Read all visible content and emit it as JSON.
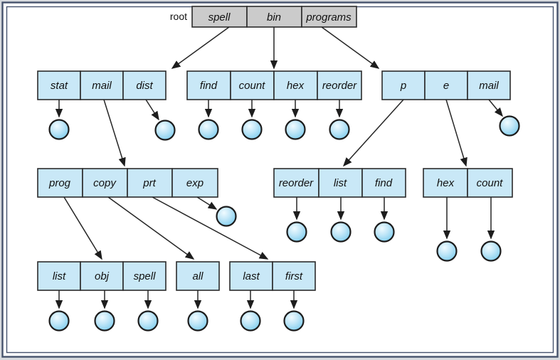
{
  "figure": {
    "kind": "tree-structured-directory-diagram",
    "colors": {
      "frame_border": "#46536d",
      "page_margin": "#d7dade",
      "canvas": "#ffffff",
      "root_box_fill": "#cbcbcb",
      "directory_box_fill": "#c9e8f7",
      "file_circle_fill": "#8fd3f0",
      "file_circle_highlight": "#eefafe",
      "line_color": "#262626",
      "text_color": "#111111"
    }
  },
  "tree": {
    "root_label": "root",
    "root_dirs": [
      "spell",
      "bin",
      "programs"
    ],
    "spell_children": [
      "stat",
      "mail",
      "dist"
    ],
    "bin_children": [
      "find",
      "count",
      "hex",
      "reorder"
    ],
    "programs_children": [
      "p",
      "e",
      "mail"
    ],
    "mail_children": [
      "prog",
      "copy",
      "prt",
      "exp"
    ],
    "p_children": [
      "reorder",
      "list",
      "find"
    ],
    "e_children": [
      "hex",
      "count"
    ],
    "prog_children": [
      "list",
      "obj",
      "spell"
    ],
    "copy_children": [
      "all"
    ],
    "prt_children": [
      "last",
      "first"
    ]
  }
}
